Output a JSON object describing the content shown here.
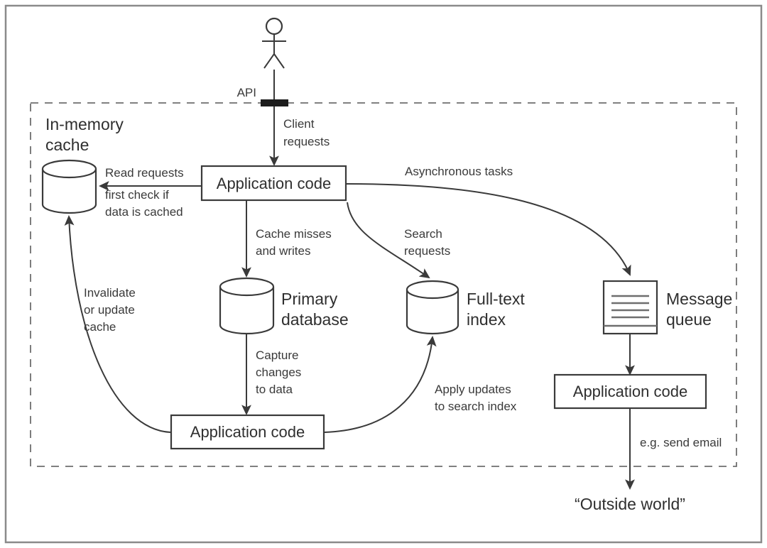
{
  "diagram": {
    "title": "Data system architecture with application code, caches, database, search index and message queue",
    "colors": {
      "stroke": "#3a3a3a",
      "text": "#2f2f2f",
      "frame": "#8a8a8a",
      "dashed": "#6f6f6f",
      "api_bar": "#1d1d1d",
      "background": "#ffffff"
    },
    "boundary": {
      "label": "system-boundary",
      "style": "dashed"
    },
    "actor": {
      "name": "user-actor",
      "shape": "stick-figure"
    },
    "nodes": {
      "in_memory_cache": {
        "label_line1": "In-memory",
        "label_line2": "cache",
        "shape": "cylinder"
      },
      "application_code_main": {
        "label": "Application code",
        "shape": "rectangle"
      },
      "primary_database": {
        "label_line1": "Primary",
        "label_line2": "database",
        "shape": "cylinder"
      },
      "full_text_index": {
        "label_line1": "Full-text",
        "label_line2": "index",
        "shape": "cylinder"
      },
      "message_queue": {
        "label_line1": "Message",
        "label_line2": "queue",
        "shape": "queue-box"
      },
      "application_code_consumer": {
        "label": "Application code",
        "shape": "rectangle"
      },
      "application_code_cdc": {
        "label": "Application code",
        "shape": "rectangle"
      },
      "outside_world": {
        "label": "“Outside world”",
        "shape": "text"
      }
    },
    "edges": {
      "api": {
        "label": "API"
      },
      "client_requests": {
        "line1": "Client",
        "line2": "requests"
      },
      "read_requests": {
        "line1": "Read requests",
        "line2": "first check if",
        "line3": "data is cached"
      },
      "cache_misses": {
        "line1": "Cache misses",
        "line2": "and writes"
      },
      "search_requests": {
        "line1": "Search",
        "line2": "requests"
      },
      "asynchronous_tasks": {
        "label": "Asynchronous tasks"
      },
      "capture_changes": {
        "line1": "Capture",
        "line2": "changes",
        "line3": "to data"
      },
      "apply_updates": {
        "line1": "Apply updates",
        "line2": "to search index"
      },
      "invalidate_cache": {
        "line1": "Invalidate",
        "line2": "or update",
        "line3": "cache"
      },
      "send_email": {
        "label": "e.g. send email"
      }
    }
  }
}
